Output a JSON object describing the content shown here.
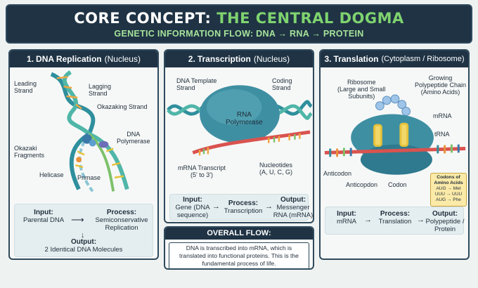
{
  "header": {
    "title_a": "CORE CONCEPT: ",
    "title_b": "THE CENTRAL DOGMA",
    "subtitle": "GENETIC INFORMATION FLOW: DNA → RNA → PROTEIN"
  },
  "replication": {
    "num": "1.",
    "title": "DNA Replication",
    "sub": "(Nucleus)",
    "labels": {
      "leading": "Leading\nStrand",
      "lagging": "Lagging\nStrand",
      "okazaki_strand": "Okazaking Strand",
      "polymerase": "DNA\nPolymerase",
      "okazaki_frag": "Okazaki\nFragments",
      "helicase": "Helicase",
      "primase": "Primase"
    },
    "input_k": "Input:",
    "input_v": "Parental DNA",
    "process_k": "Process:",
    "process_v": "Semiconservative\nReplication",
    "output_k": "Output:",
    "output_v": "2 Identical DNA Molecules"
  },
  "transcription": {
    "num": "2.",
    "title": "Transcription",
    "sub": "(Nucleus)",
    "labels": {
      "template": "DNA Template\nStrand",
      "coding": "Coding\nStrand",
      "rnap": "RNA\nPolymerase",
      "mrna": "mRNA Transcript\n(5' to 3')",
      "nucleotides": "Nucleotides\n(A, U, C, G)"
    },
    "input_k": "Input:",
    "input_v": "Gene (DNA\nsequence)",
    "process_k": "Process:",
    "process_v": "Transcription",
    "output_k": "Output:",
    "output_v": "Messenger\nRNA (mRNA)"
  },
  "translation": {
    "num": "3.",
    "title": "Translation",
    "sub": "(Cytoplasm / Ribosome)",
    "labels": {
      "ribosome": "Ribosome\n(Large and Small\nSubunits)",
      "chain": "Growing\nPolypeptide Chain\n(Amino Acids)",
      "mrna": "mRNA",
      "trna": "tRNA",
      "anticodon": "Anticodon",
      "anticopdon": "Anticopdon",
      "codon": "Codon"
    },
    "codon_box": {
      "title": "Codons of\nAmino Acids",
      "rows": [
        "AUG → Met",
        "UUU → UUU",
        "AUG → Phe"
      ]
    },
    "input_k": "Input:",
    "input_v": "mRNA",
    "process_k": "Process:",
    "process_v": "Translation",
    "output_k": "Output:",
    "output_v": "Polypeptide /\nProtein"
  },
  "overall": {
    "title": "OVERALL FLOW:",
    "text": "DNA is transcribed into mRNA, which is translated into functional proteins. This is the fundamental process of life."
  },
  "colors": {
    "navy": "#1f3344",
    "green_accent": "#7fd36f",
    "dna_teal": "#2f8f9d",
    "rna_red": "#d9534f",
    "ribosome": "#3f8fa3"
  }
}
